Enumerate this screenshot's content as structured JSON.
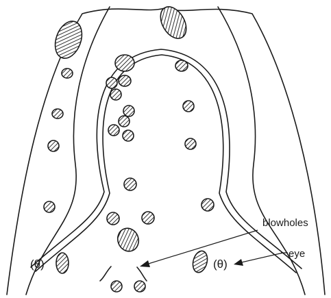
{
  "labels": {
    "blowholes": "blowholes",
    "eye": "eye"
  },
  "eye_glyph": "(θ)",
  "colors": {
    "ink": "#1a1a1a",
    "background": "#ffffff"
  }
}
